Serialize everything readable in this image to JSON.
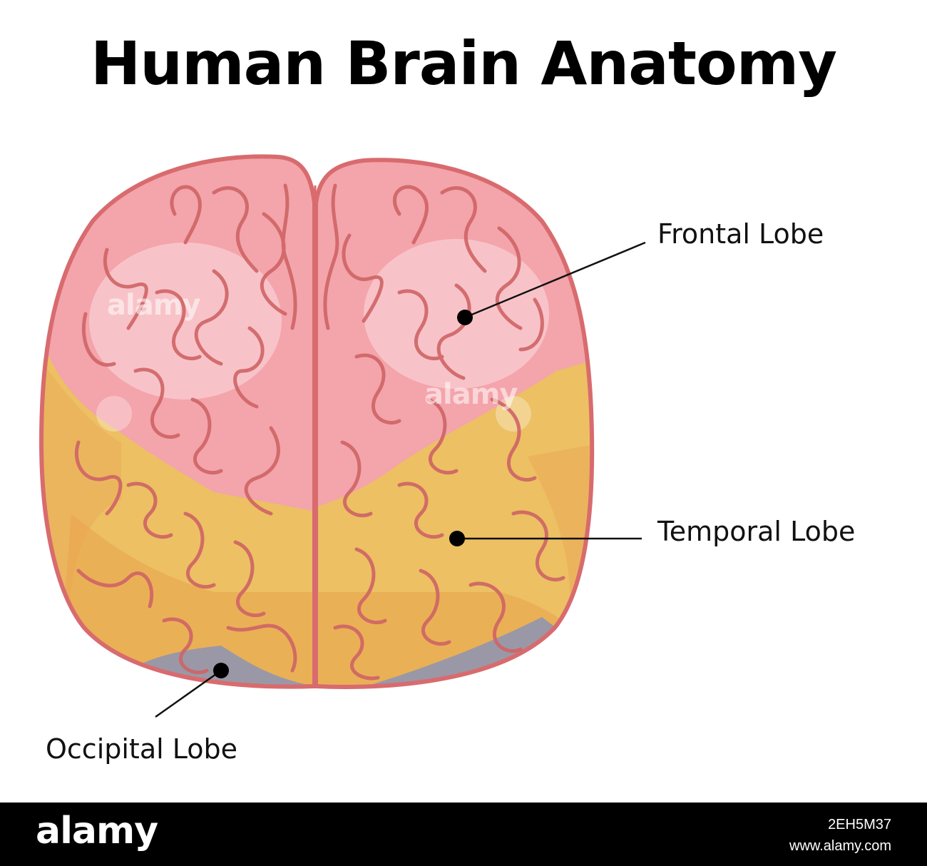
{
  "title": "Human Brain Anatomy",
  "labels": {
    "frontal": "Frontal Lobe",
    "temporal": "Temporal Lobe",
    "occipital": "Occipital Lobe"
  },
  "watermark": "alamy",
  "footer": {
    "logo": "alamy",
    "image_id": "2EH5M37",
    "site": "www.alamy.com"
  },
  "colors": {
    "frontal": "#f4a4ab",
    "temporal": "#ecc063",
    "occipital": "#9a98a6",
    "outline": "#d86b6e",
    "gyri": "#cf6466"
  }
}
